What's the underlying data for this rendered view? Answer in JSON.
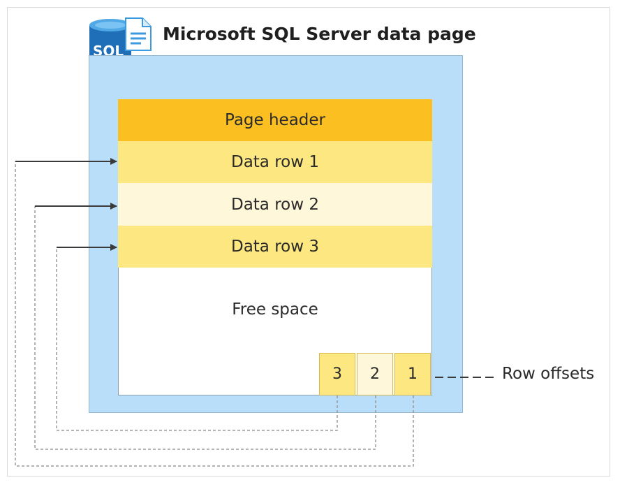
{
  "diagram": {
    "title": "Microsoft SQL Server data page",
    "icon": {
      "name": "sql-database-icon",
      "label": "SQL",
      "colors": {
        "cylinder": "#1f6fb8",
        "cylinder_top": "#50a9e6",
        "document": "#ffffff",
        "document_lines": "#3c9be0"
      }
    },
    "page": {
      "header_label": "Page header",
      "rows": [
        {
          "label": "Data row 1"
        },
        {
          "label": "Data row 2"
        },
        {
          "label": "Data row 3"
        }
      ],
      "free_space_label": "Free space",
      "offsets": [
        "3",
        "2",
        "1"
      ]
    },
    "row_offsets_label": "Row offsets",
    "colors": {
      "page_outer": "#b9defa",
      "header": "#fbbf22",
      "row_dark": "#fde781",
      "row_light": "#fef7d9",
      "arrow": "#3a3a3a",
      "dashed_connector": "#9a9a9a"
    }
  }
}
